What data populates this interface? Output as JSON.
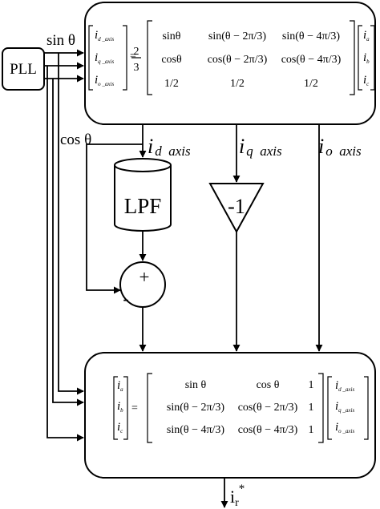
{
  "blocks": {
    "pll": "PLL",
    "lpf": "LPF",
    "gain": "-1",
    "sum_plus": "+",
    "sum_minus": "-"
  },
  "signals": {
    "sin_label": "sin θ",
    "cos_label": "cos θ",
    "d_axis": {
      "main": "i",
      "sub": "d  axis"
    },
    "q_axis": {
      "main": "i",
      "sub": "q  axis"
    },
    "o_axis": {
      "main": "i",
      "sub": "o  axis"
    },
    "output": {
      "main": "i",
      "sub": "r",
      "sup": "*"
    }
  },
  "forward_transform": {
    "lhs": [
      "i",
      "i",
      "i"
    ],
    "lhs_subs": [
      "d _axis",
      "q _axis",
      "o _axis"
    ],
    "coefficient": {
      "num": "2",
      "den": "3"
    },
    "matrix": [
      [
        "sinθ",
        "sin(θ − 2π/3)",
        "sin(θ − 4π/3)"
      ],
      [
        "cosθ",
        "cos(θ − 2π/3)",
        "cos(θ − 4π/3)"
      ],
      [
        "1/2",
        "1/2",
        "1/2"
      ]
    ],
    "rhs": [
      "i",
      "i",
      "i"
    ],
    "rhs_subs": [
      "a",
      "b",
      "c"
    ]
  },
  "inverse_transform": {
    "lhs": [
      "i",
      "i",
      "i"
    ],
    "lhs_subs": [
      "a",
      "b",
      "c"
    ],
    "matrix": [
      [
        "sin θ",
        "cos θ",
        "1"
      ],
      [
        "sin(θ − 2π/3)",
        "cos(θ − 2π/3)",
        "1"
      ],
      [
        "sin(θ − 4π/3)",
        "cos(θ − 4π/3)",
        "1"
      ]
    ],
    "rhs": [
      "i",
      "i",
      "i"
    ],
    "rhs_subs": [
      "d _axis",
      "q _axis",
      "o _axis"
    ]
  }
}
